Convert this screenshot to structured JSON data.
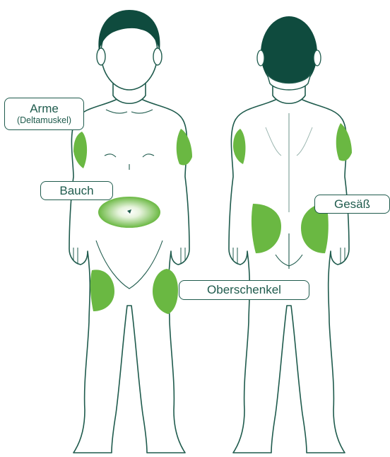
{
  "colors": {
    "hair": "#0f4b3e",
    "outline": "#1f5b4d",
    "skin": "#ffffff",
    "injection_zone": "#6ab842",
    "injection_zone_light": "#e6f3dc",
    "label_text": "#1f5b4d"
  },
  "labels": {
    "arms": "Arme",
    "arms_sub": "(Deltamuskel)",
    "belly": "Bauch",
    "buttocks": "Gesäß",
    "thighs": "Oberschenkel"
  }
}
